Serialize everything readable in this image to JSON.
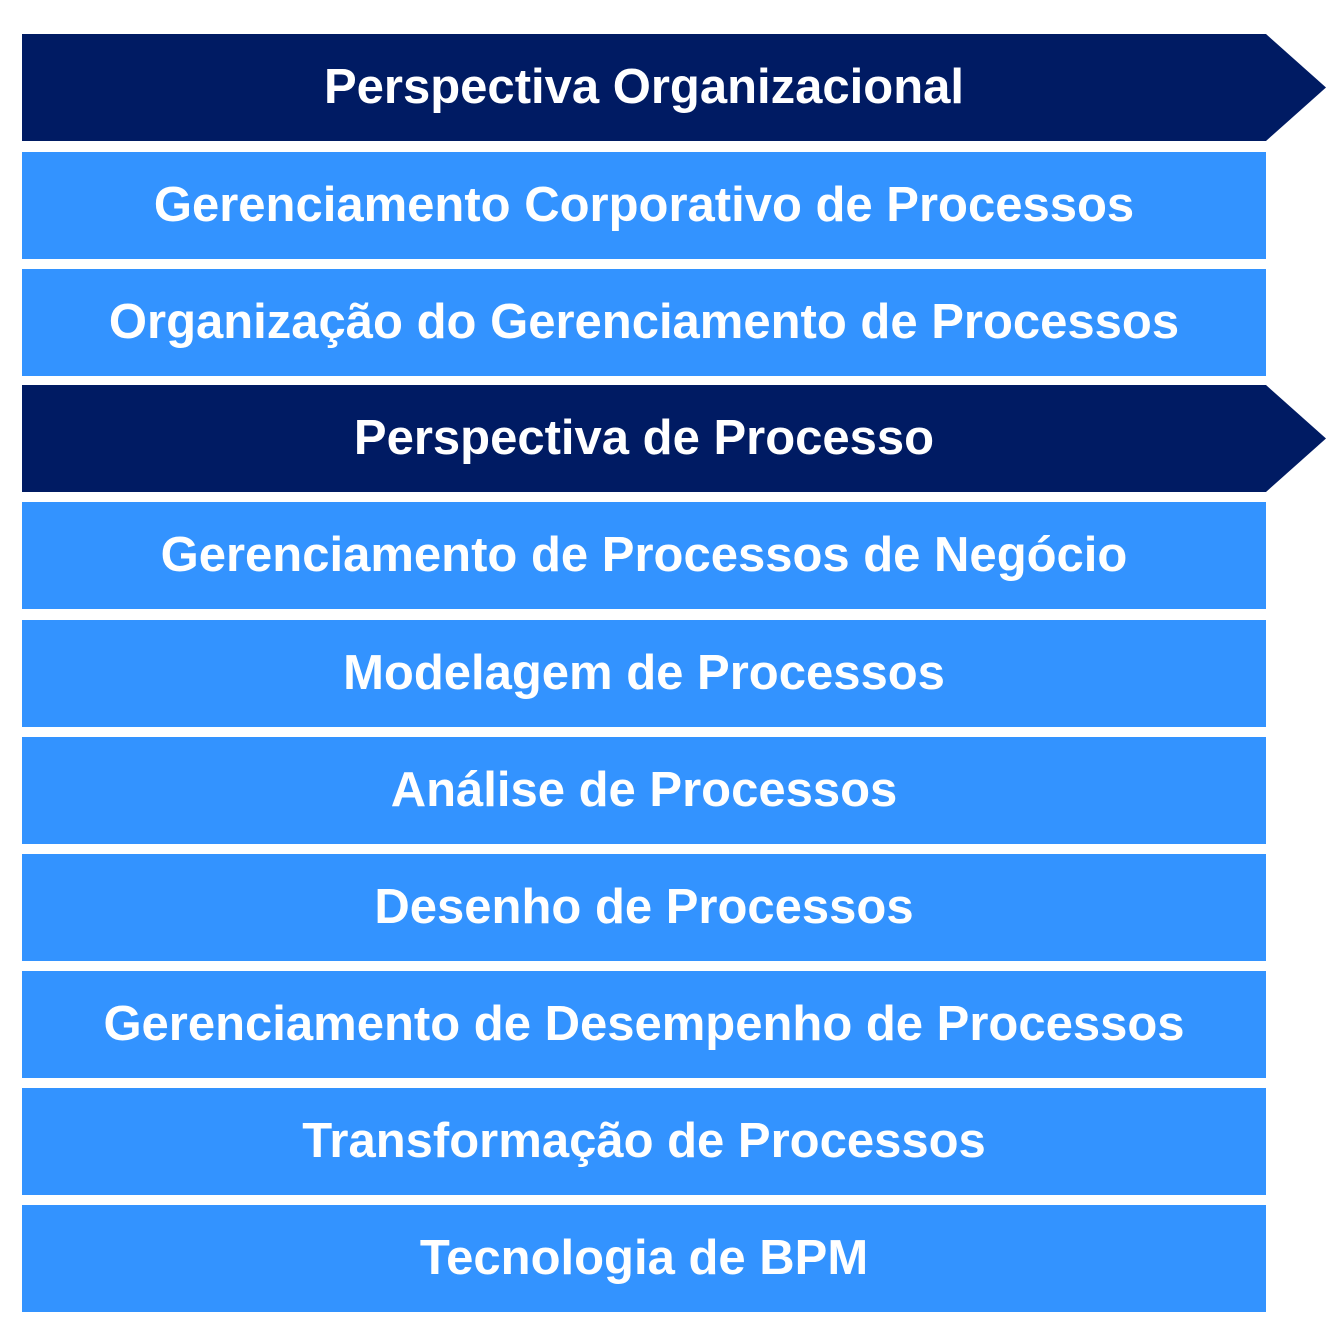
{
  "colors": {
    "header": "#001B63",
    "item": "#3393FF",
    "text": "#FFFFFF"
  },
  "rows": [
    {
      "type": "header",
      "label": "Perspectiva Organizacional"
    },
    {
      "type": "item",
      "label": "Gerenciamento Corporativo de Processos"
    },
    {
      "type": "item",
      "label": "Organização do Gerenciamento de Processos"
    },
    {
      "type": "header",
      "label": "Perspectiva de Processo"
    },
    {
      "type": "item",
      "label": "Gerenciamento de Processos de Negócio"
    },
    {
      "type": "item",
      "label": "Modelagem de Processos"
    },
    {
      "type": "item",
      "label": "Análise de Processos"
    },
    {
      "type": "item",
      "label": "Desenho de Processos"
    },
    {
      "type": "item",
      "label": "Gerenciamento de Desempenho de Processos"
    },
    {
      "type": "item",
      "label": "Transformação de Processos"
    },
    {
      "type": "item",
      "label": "Tecnologia de BPM"
    }
  ]
}
